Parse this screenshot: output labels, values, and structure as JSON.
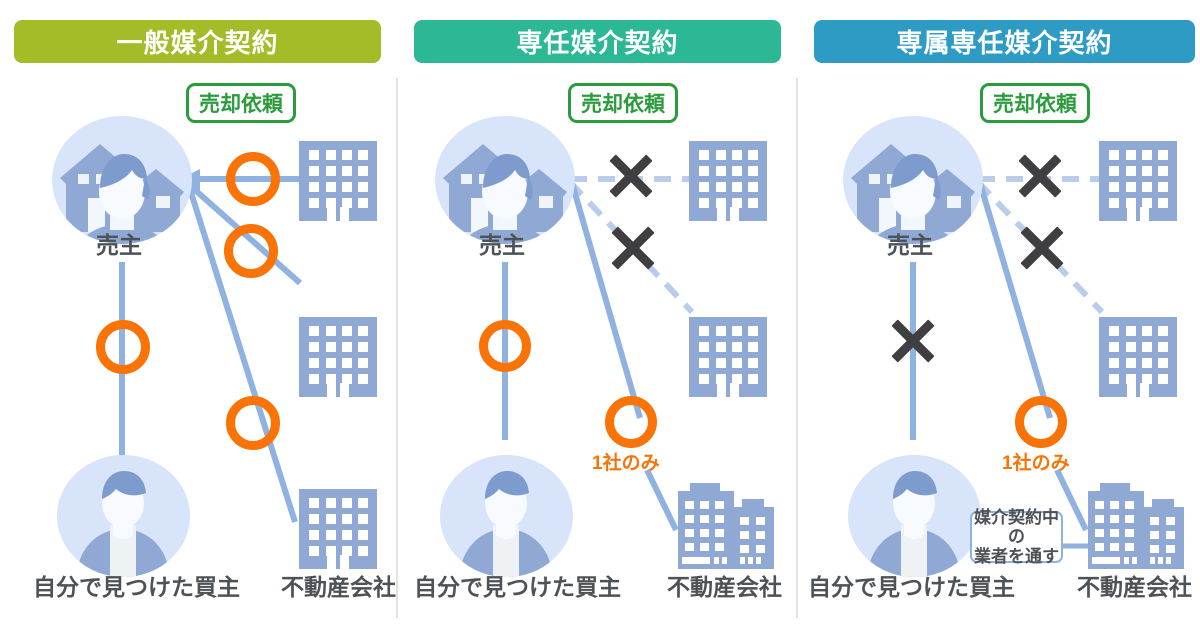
{
  "colors": {
    "panel1_header_bg": "#a4bc27",
    "panel2_header_bg": "#2cb795",
    "panel3_header_bg": "#2e9bc4",
    "badge_green": "#2a9c3c",
    "orange": "#f97306",
    "x_gray": "#3f3f41",
    "link_blue": "#8fb2e0",
    "building_blue": "#8fa9d4",
    "avatar_bg": "#d7e4fa",
    "caption_gray": "#4d5256",
    "divider_gray": "#e2e2e2"
  },
  "panels": [
    {
      "id": "ippan",
      "header": "一般媒介契約",
      "request_badge": "売却依頼",
      "seller_label": "売主",
      "buyer_label": "自分で見つけた買主",
      "agency_label": "不動産会社",
      "only_one_label": null,
      "note": null,
      "markers": [
        "circle",
        "circle",
        "circle",
        "circle"
      ]
    },
    {
      "id": "sennin",
      "header": "専任媒介契約",
      "request_badge": "売却依頼",
      "seller_label": "売主",
      "buyer_label": "自分で見つけた買主",
      "agency_label": "不動産会社",
      "only_one_label": "1社のみ",
      "note": null,
      "markers": [
        "x",
        "x",
        "circle",
        "circle"
      ]
    },
    {
      "id": "senzoku-sennin",
      "header": "専属専任媒介契約",
      "request_badge": "売却依頼",
      "seller_label": "売主",
      "buyer_label": "自分で見つけた買主",
      "agency_label": "不動産会社",
      "only_one_label": "1社のみ",
      "note": [
        "媒介契約中の",
        "業者を通す"
      ],
      "markers": [
        "x",
        "x",
        "x",
        "circle"
      ]
    }
  ]
}
